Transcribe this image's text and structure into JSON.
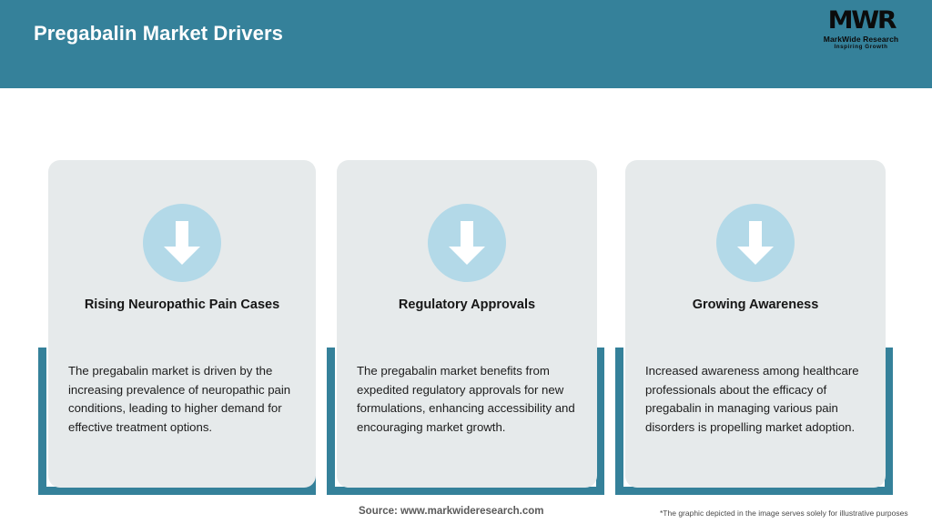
{
  "header": {
    "title": "Pregabalin Market Drivers",
    "background_color": "#35819A",
    "title_color": "#FFFFFF",
    "logo": {
      "mark": "MWR",
      "name": "MarkWide Research",
      "tagline": "Inspiring Growth"
    }
  },
  "theme": {
    "accent_teal": "#35819A",
    "card_background": "#E6EAEB",
    "icon_circle_color": "#B3D9E8",
    "icon_arrow_color": "#FFFFFF",
    "page_background": "#FFFFFF"
  },
  "cards": [
    {
      "icon": "arrow-down-icon",
      "title": "Rising Neuropathic Pain Cases",
      "body": "The pregabalin market is driven by the increasing prevalence of neuropathic pain conditions, leading to higher demand for effective treatment options."
    },
    {
      "icon": "arrow-down-icon",
      "title": "Regulatory Approvals",
      "body": "The pregabalin market benefits from expedited regulatory approvals for new formulations, enhancing accessibility and encouraging market growth."
    },
    {
      "icon": "arrow-down-icon",
      "title": "Growing Awareness",
      "body": "Increased awareness among healthcare professionals about the efficacy of pregabalin in managing various pain disorders is propelling market adoption."
    }
  ],
  "footer": {
    "source": "Source: www.markwideresearch.com",
    "disclaimer": "*The graphic depicted in the image serves solely for illustrative purposes"
  }
}
